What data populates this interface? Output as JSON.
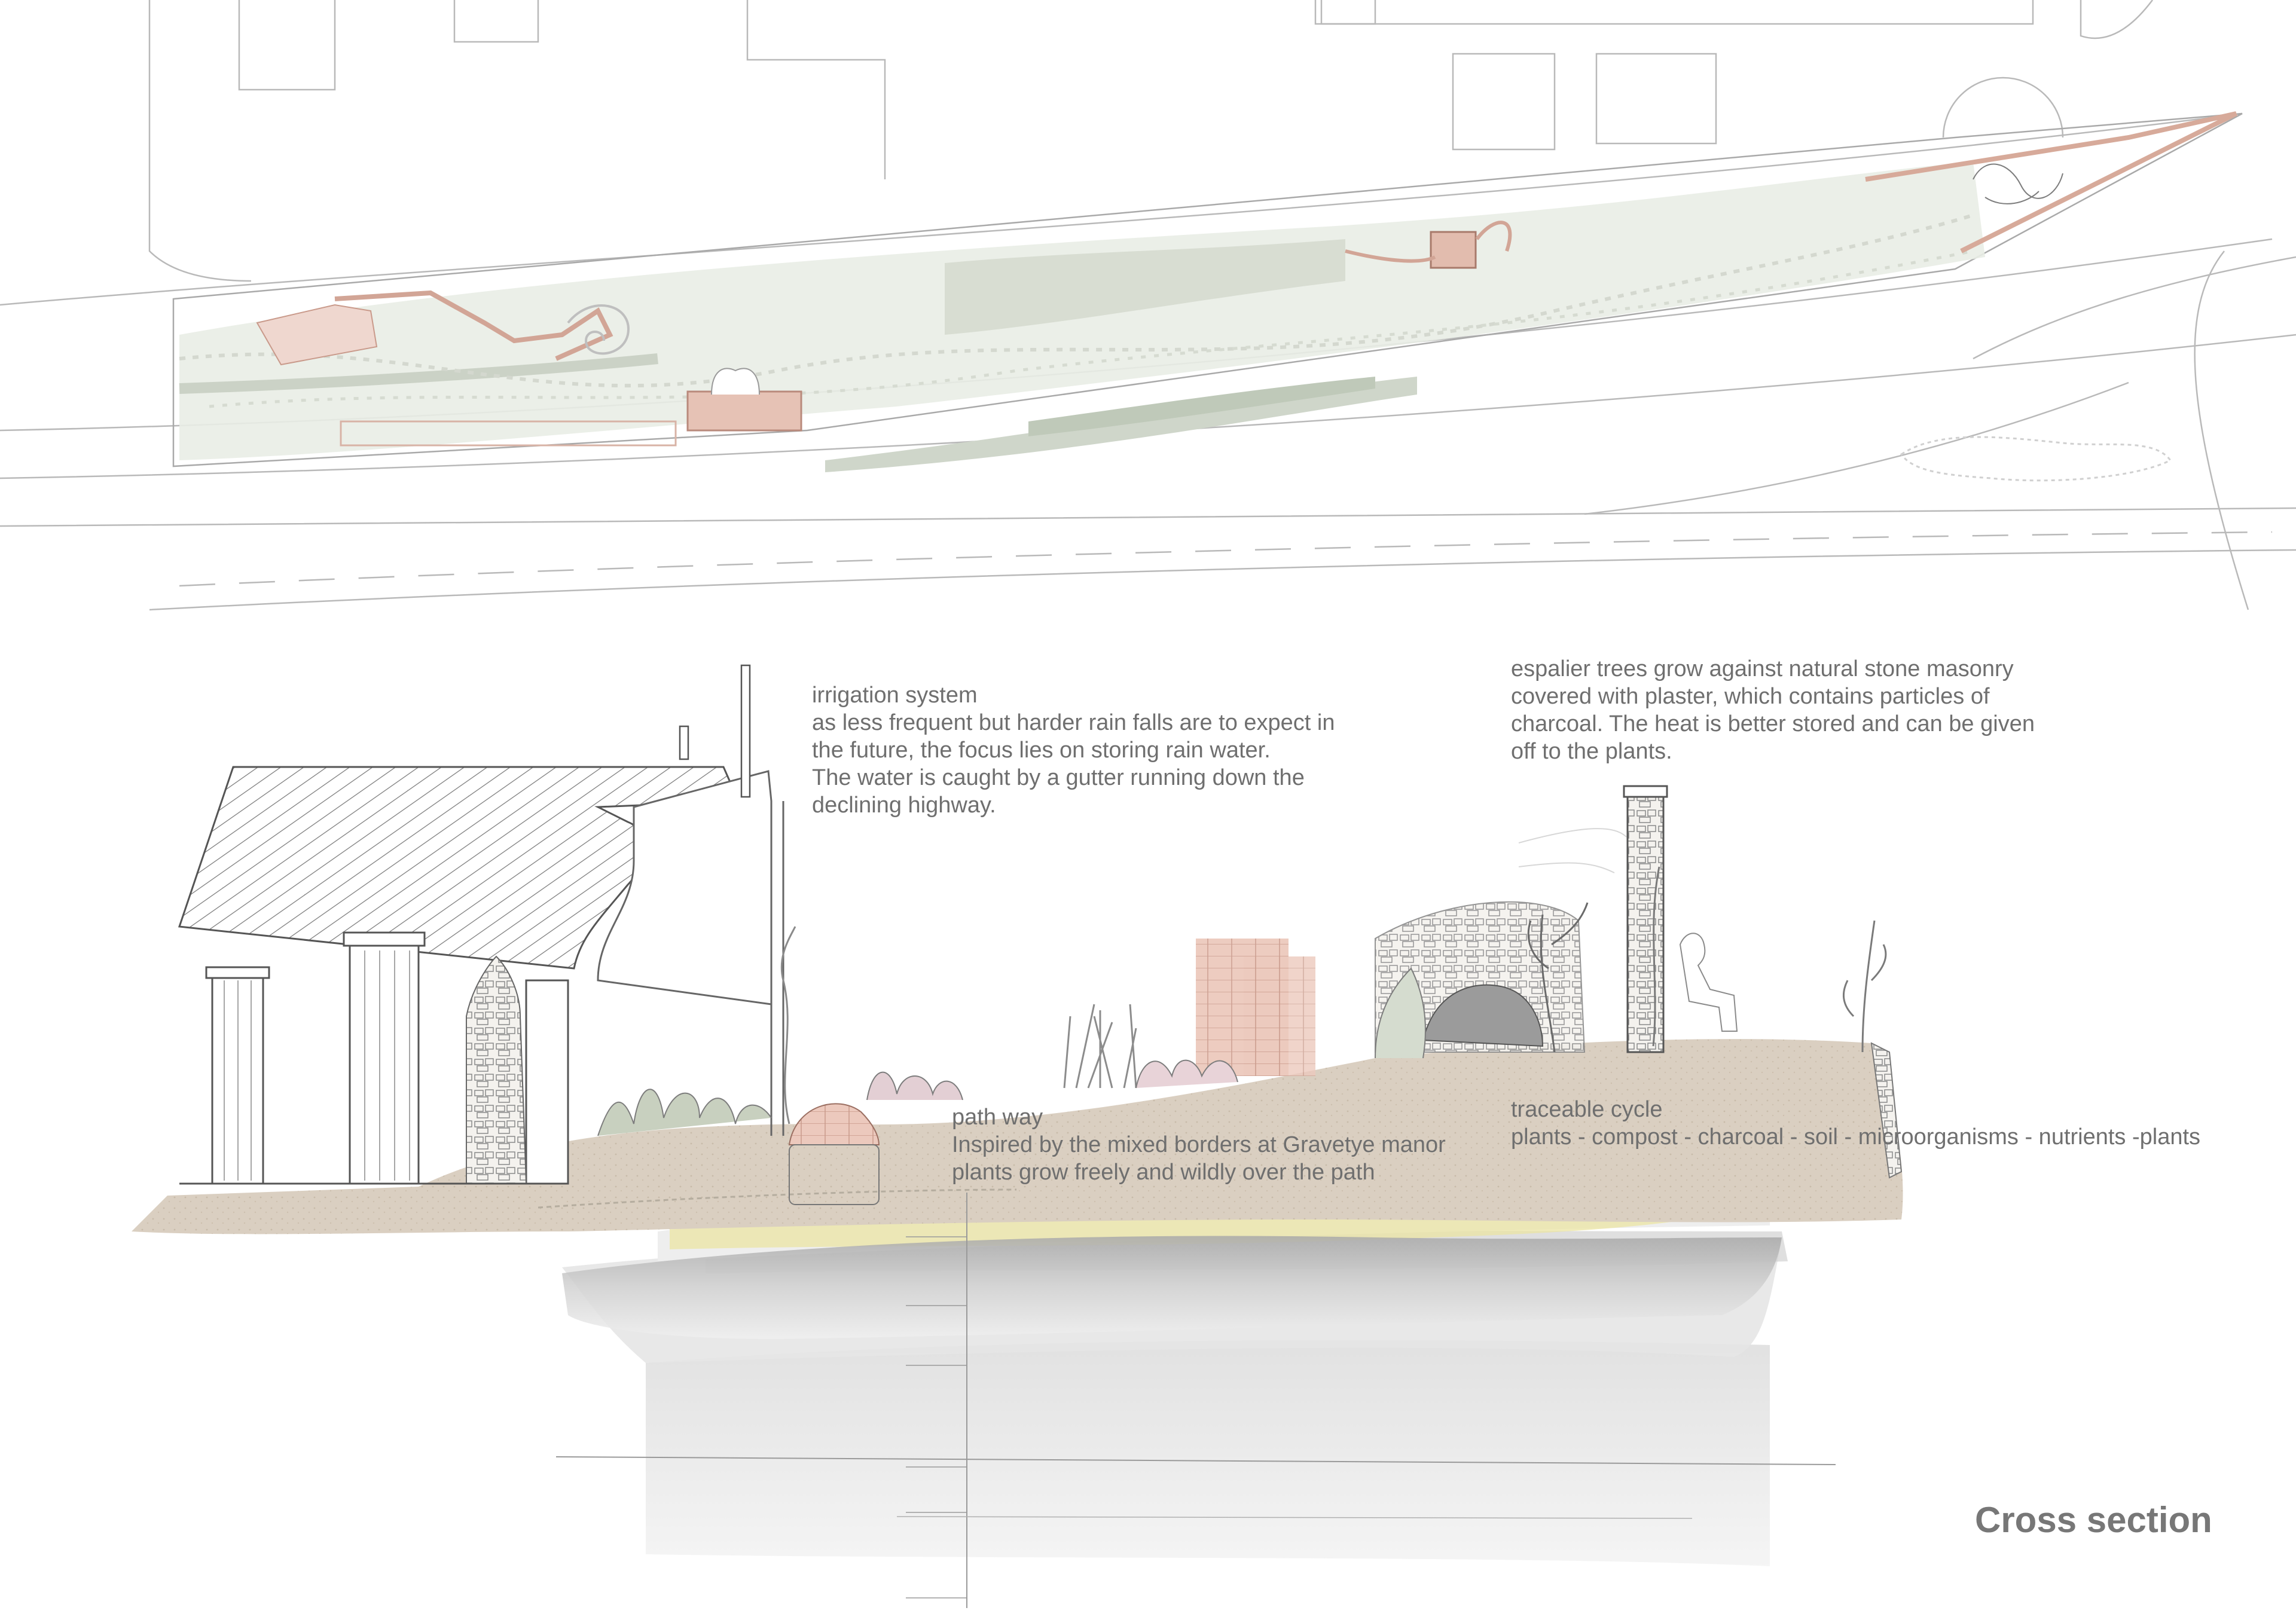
{
  "annotations": {
    "irrigation": {
      "lines": [
        "irrigation system",
        "as less frequent but harder rain falls are to expect in",
        "the future, the focus lies on storing rain water.",
        "The water is caught by a gutter running down the",
        "declining highway."
      ]
    },
    "espalier": {
      "lines": [
        "espalier trees grow against natural stone masonry",
        "covered with plaster, which contains particles of",
        "charcoal. The heat is better stored and can be given",
        "off to the plants."
      ]
    },
    "pathway": {
      "lines": [
        "path way",
        "Inspired by the mixed borders at Gravetye manor",
        "plants grow freely and wildly over the path"
      ]
    },
    "cycle": {
      "lines": [
        "traceable cycle",
        "plants - compost - charcoal - soil - microorganisms - nutrients -plants"
      ]
    }
  },
  "section_title": "Cross section",
  "colors": {
    "linework": "#b8b8b8",
    "soil": "#d9cfc2",
    "brick": "#e7c4b8",
    "planting": "#c9d2c4",
    "text": "#6f6f6f",
    "title": "#777777",
    "water_yellow": "#ece6a6",
    "rock_grey": "#cfcfcf"
  }
}
